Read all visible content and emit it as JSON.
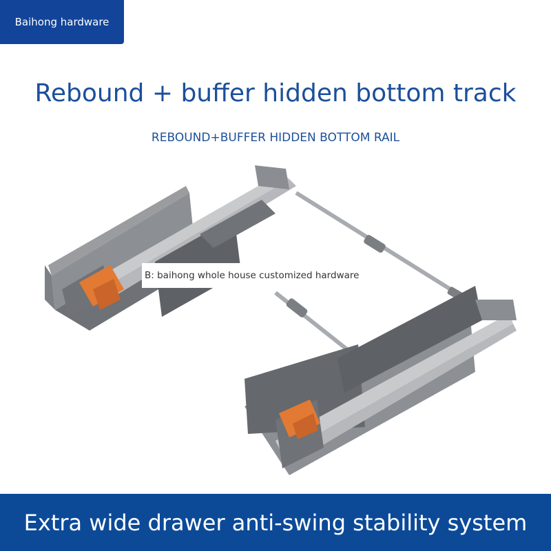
{
  "brand": {
    "label": "Baihong hardware"
  },
  "header": {
    "title": "Rebound + buffer hidden bottom track",
    "subtitle": "REBOUND+BUFFER HIDDEN BOTTOM RAIL"
  },
  "watermark": {
    "text": "B: baihong whole house customized hardware"
  },
  "footer": {
    "text": "Extra wide drawer anti-swing stability system"
  },
  "colors": {
    "brand_blue": "#12449a",
    "title_blue": "#1b4f9a",
    "rail_grey": "#6b6e73",
    "accent_orange": "#e27a33"
  }
}
